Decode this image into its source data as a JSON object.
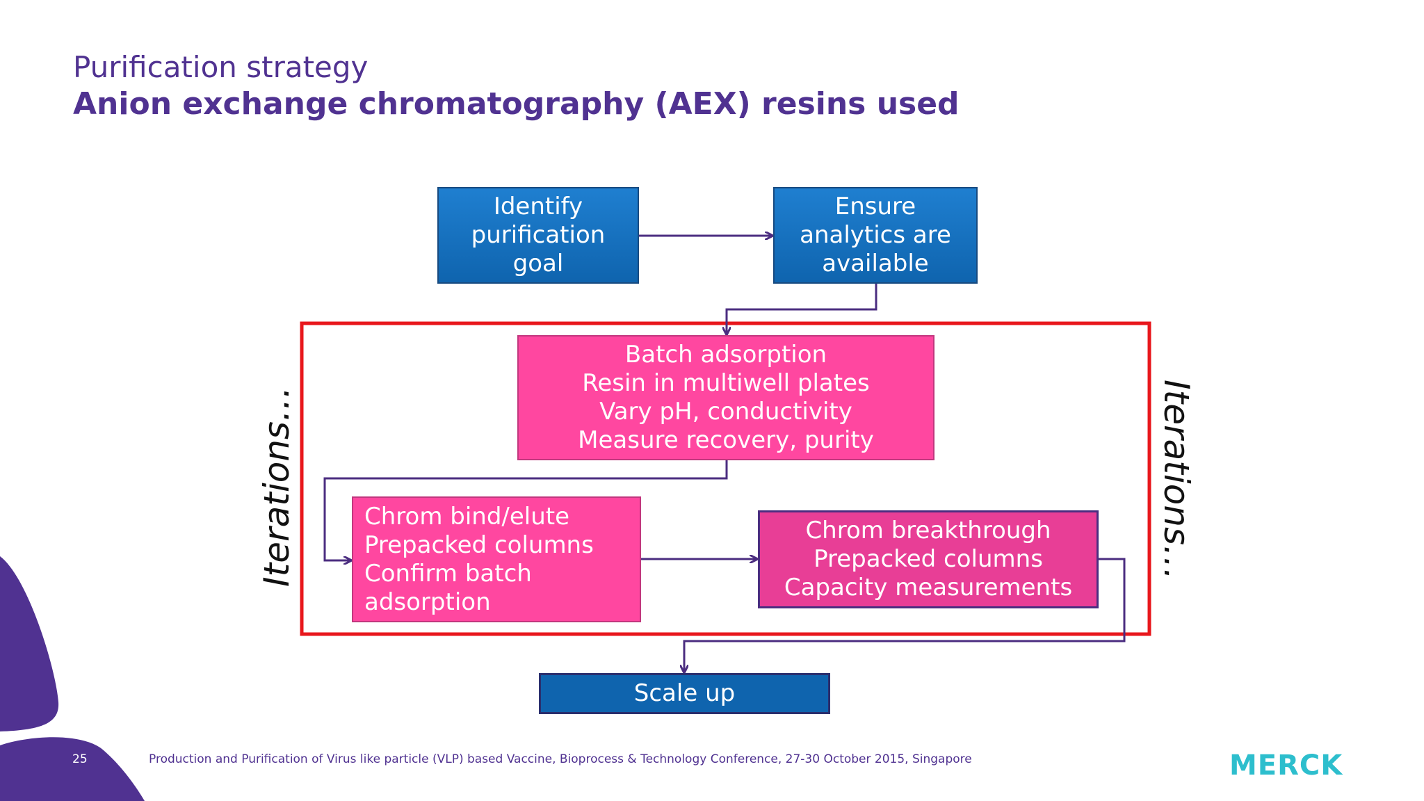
{
  "header": {
    "subtitle": "Purification strategy",
    "title": "Anion exchange chromatography (AEX) resins used"
  },
  "flow": {
    "identify": [
      "Identify",
      "purification",
      "goal"
    ],
    "ensure": [
      "Ensure",
      "analytics are",
      "available"
    ],
    "batch": [
      "Batch adsorption",
      "Resin in multiwell plates",
      "Vary pH, conductivity",
      "Measure recovery, purity"
    ],
    "chrom_bind": [
      "Chrom bind/elute",
      "Prepacked columns",
      "Confirm batch",
      "adsorption"
    ],
    "chrom_break": [
      "Chrom breakthrough",
      "Prepacked columns",
      "Capacity measurements"
    ],
    "scale": "Scale up",
    "iterations_left": "Iterations…",
    "iterations_right": "Iterations…"
  },
  "footer": {
    "page_number": "25",
    "citation": "Production and Purification of Virus like particle (VLP) based Vaccine, Bioprocess & Technology Conference, 27-30 October 2015, Singapore",
    "logo": "MERCK"
  },
  "colors": {
    "brand_purple": "#503291",
    "box_blue": "#0f64ae",
    "box_pink": "#ff47a0",
    "iteration_border": "#e8171c",
    "logo_teal": "#2dbecd"
  }
}
